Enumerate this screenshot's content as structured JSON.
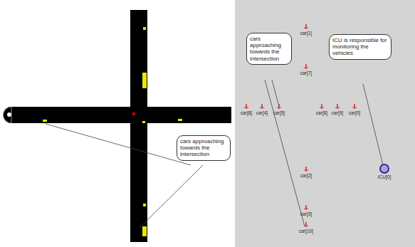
{
  "diagram": {
    "nodes": [
      {
        "text": [
          "cars approaching towards the intersection"
        ]
      },
      {
        "text": [
          "cars approaching towards the intersection"
        ]
      },
      {
        "text": [
          "ICU is responsible for monitoring the vehicles"
        ]
      }
    ],
    "labels": [
      "car[1]",
      "car[7]",
      "car[8]",
      "car[4]",
      "car[5]",
      "car[6]",
      "car[9]",
      "car[0]",
      "car[2]",
      "car[3]",
      "car[10]",
      "ICU[0]"
    ]
  }
}
